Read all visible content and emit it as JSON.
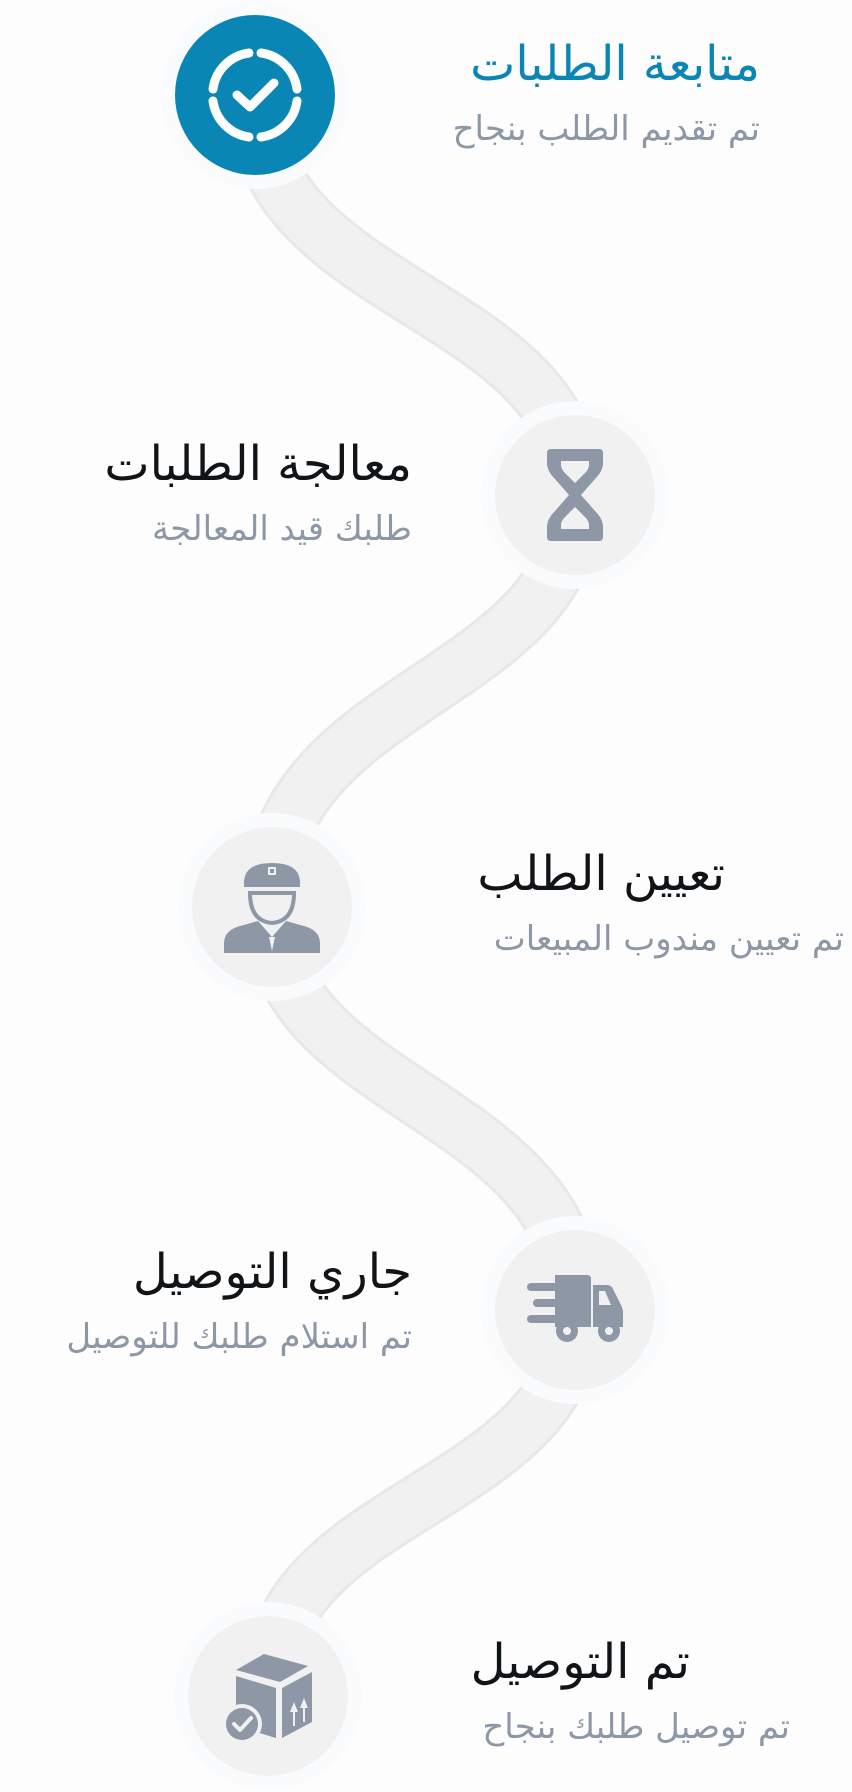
{
  "colors": {
    "accent": "#0a86b4",
    "inactive_icon": "#8d97a5",
    "circle_bg": "#f1f1f2",
    "path": "#efefef",
    "title": "#111417",
    "subtitle": "#8d97a5"
  },
  "steps": [
    {
      "title": "متابعة الطلبات",
      "subtitle": "تم تقديم الطلب بنجاح",
      "icon": "badge-check-icon",
      "active": true
    },
    {
      "title": "معالجة الطلبات",
      "subtitle": "طلبك قيد المعالجة",
      "icon": "hourglass-icon",
      "active": false
    },
    {
      "title": "تعيين الطلب",
      "subtitle": "تم تعيين مندوب المبيعات",
      "icon": "delivery-agent-icon",
      "active": false
    },
    {
      "title": "جاري التوصيل",
      "subtitle": "تم استلام طلبك للتوصيل",
      "icon": "fast-truck-icon",
      "active": false
    },
    {
      "title": "تم التوصيل",
      "subtitle": "تم توصيل طلبك بنجاح",
      "icon": "package-delivered-icon",
      "active": false
    }
  ]
}
